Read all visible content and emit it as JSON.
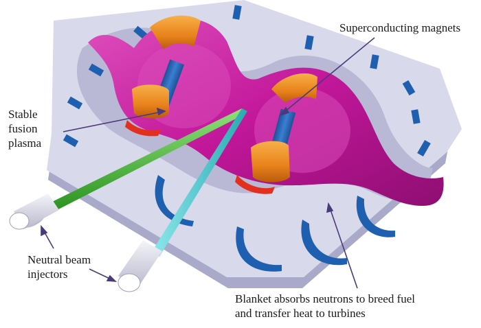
{
  "labels": {
    "magnets": "Superconducting magnets",
    "plasma_line1": "Stable",
    "plasma_line2": "fusion",
    "plasma_line3": "plasma",
    "injectors_line1": "Neutral beam",
    "injectors_line2": "injectors",
    "blanket_line1": "Blanket absorbs neutrons to breed fuel",
    "blanket_line2": "and transfer heat to turbines"
  },
  "colors": {
    "blanket": "#d9d9ec",
    "blanket_shadow": "#a9a9c9",
    "plasma": "#c2179a",
    "plasma_light": "#de4fbd",
    "magnet_orange": "#f08a1e",
    "magnet_blue": "#2b66b8",
    "tab_blue": "#1f5fb0",
    "beam_green": "#3fb52f",
    "beam_cyan": "#3ec9cf",
    "pointer": "#4a3a7a"
  }
}
